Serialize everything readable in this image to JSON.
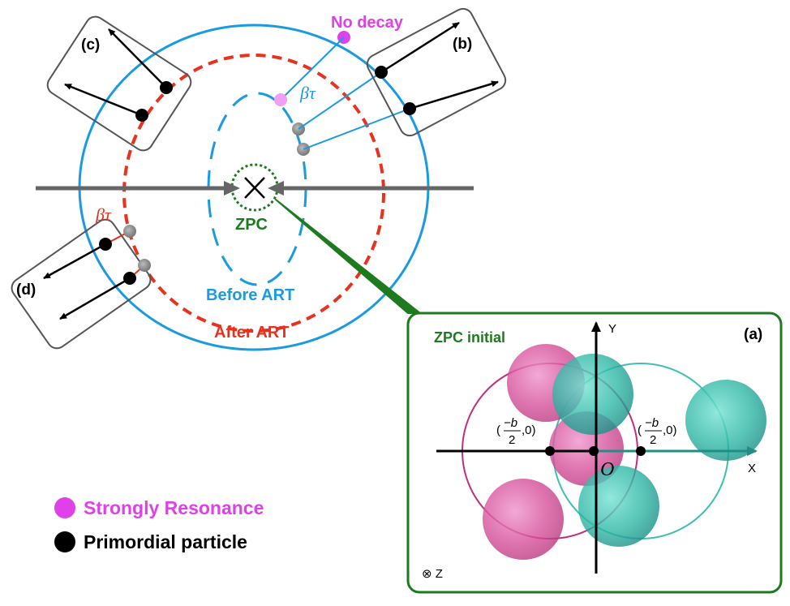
{
  "labels": {
    "no_decay": "No decay",
    "zpc": "ZPC",
    "before_art": "Before ART",
    "after_art": "After ART",
    "beta_tau": "βτ",
    "panel_b": "(b)",
    "panel_c": "(c)",
    "panel_d": "(d)",
    "panel_a": "(a)",
    "zpc_initial": "ZPC initial",
    "axis_x": "X",
    "axis_y": "Y",
    "axis_z": "⊗ Z",
    "origin": "O",
    "coord_left": {
      "open": "(",
      "num": "−b",
      "den": "2",
      "close": ",0)"
    },
    "coord_right": {
      "open": "(",
      "num": "−b",
      "den": "2",
      "close": ",0)"
    }
  },
  "legend": [
    {
      "label": "Strongly Resonance",
      "color": "#e040e8"
    },
    {
      "label": "Primordial particle",
      "color": "#000000"
    }
  ],
  "colors": {
    "blue": "#1a9be0",
    "red": "#e8321e",
    "green": "#1e7a1e",
    "magenta": "#e040e8",
    "grey": "#666666",
    "pink_nucleon": "#d24a96",
    "teal_nucleon": "#2ab8a8"
  }
}
